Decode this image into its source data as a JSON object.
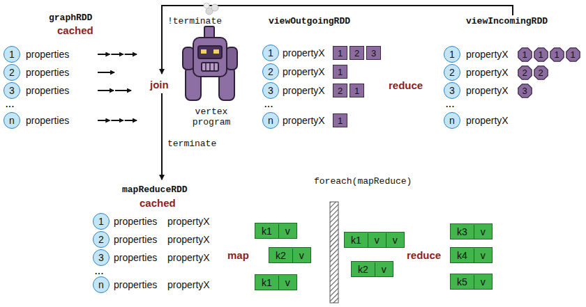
{
  "diagram": {
    "nodes": [
      {
        "text": [
          "1"
        ]
      },
      {
        "text": [
          "2"
        ]
      },
      {
        "text": [
          "3"
        ]
      },
      {
        "text": [
          "n"
        ]
      },
      {
        "text": [
          "1"
        ]
      },
      {
        "text": [
          "2"
        ]
      },
      {
        "text": [
          "3"
        ]
      },
      {
        "text": [
          "n"
        ]
      },
      {
        "text": [
          "1"
        ]
      },
      {
        "text": [
          "2"
        ]
      },
      {
        "text": [
          "3"
        ]
      },
      {
        "text": [
          "1"
        ]
      },
      {
        "text": [
          "2"
        ]
      },
      {
        "text": [
          "1"
        ]
      },
      {
        "text": [
          "1"
        ]
      },
      {
        "text": [
          "1"
        ]
      },
      {
        "text": [
          "2"
        ]
      },
      {
        "text": [
          "3"
        ]
      },
      {
        "text": [
          "n"
        ]
      },
      {
        "text": [
          "1"
        ]
      },
      {
        "text": [
          "1"
        ]
      },
      {
        "text": [
          "1"
        ]
      },
      {
        "text": [
          "1"
        ]
      },
      {
        "text": [
          "2"
        ]
      },
      {
        "text": [
          "2"
        ]
      },
      {
        "text": [
          "3"
        ]
      },
      {
        "text": [
          "1"
        ]
      },
      {
        "text": [
          "2"
        ]
      },
      {
        "text": [
          "3"
        ]
      },
      {
        "text": [
          "n"
        ]
      },
      {
        "text": [
          "k1",
          "v"
        ]
      },
      {
        "text": [
          "k2",
          "v"
        ]
      },
      {
        "text": [
          "k1",
          "v"
        ]
      },
      {
        "text": [
          "k1",
          "v",
          "v"
        ]
      },
      {
        "text": [
          "k2",
          "v"
        ]
      },
      {
        "text": [
          "k3",
          "v"
        ]
      },
      {
        "text": [
          "k4",
          "v"
        ]
      },
      {
        "text": [
          "k5",
          "v"
        ]
      }
    ],
    "labels": [
      "graphRDD",
      "cached",
      "properties",
      "properties",
      "properties",
      "...",
      "properties",
      "!terminate",
      "join",
      "vertex program",
      "terminate",
      "viewOutgoingRDD",
      "propertyX",
      "propertyX",
      "propertyX",
      "...",
      "propertyX",
      "reduce",
      "viewIncomingRDD",
      "propertyX",
      "propertyX",
      "propertyX",
      "...",
      "propertyX",
      "mapReduceRDD",
      "cached",
      "foreach(mapReduce)",
      "properties",
      "propertyX",
      "properties",
      "propertyX",
      "properties",
      "propertyX",
      "...",
      "properties",
      "propertyX",
      "map",
      "reduce"
    ]
  }
}
